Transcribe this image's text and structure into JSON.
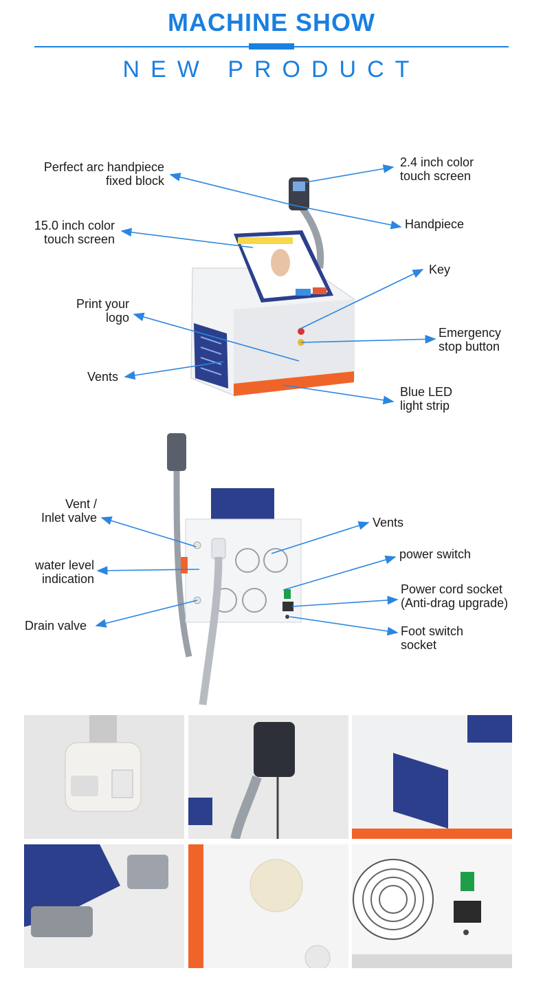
{
  "header": {
    "title": "MACHINE SHOW",
    "subtitle": "NEW PRODUCT"
  },
  "front_view": {
    "labels": {
      "arc_handpiece": "Perfect arc handpiece\nfixed block",
      "small_screen": "2.4 inch color\ntouch screen",
      "large_screen": "15.0 inch color\ntouch screen",
      "handpiece": "Handpiece",
      "key": "Key",
      "logo": "Print your\nlogo",
      "emergency_stop": "Emergency\nstop button",
      "vents": "Vents",
      "led_strip": "Blue LED\nlight strip"
    }
  },
  "back_view": {
    "labels": {
      "inlet_valve": "Vent /\nInlet valve",
      "vents": "Vents",
      "water_level": "water level\nindication",
      "power_switch": "power switch",
      "power_cord": "Power cord socket\n(Anti-drag upgrade)",
      "drain_valve": "Drain valve",
      "foot_switch": "Foot switch\nsocket"
    }
  },
  "colors": {
    "accent": "#1a7fe0",
    "arrow": "#2a86e0",
    "machine_blue": "#2b3f8c",
    "led_orange": "#f0642a"
  }
}
